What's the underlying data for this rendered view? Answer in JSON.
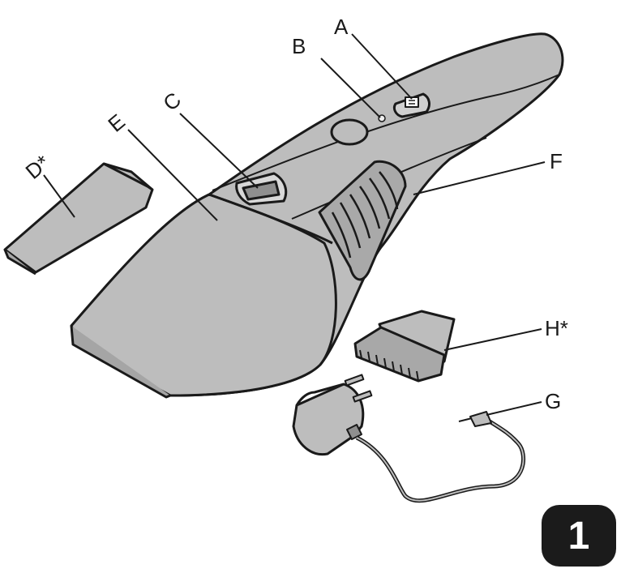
{
  "labels": {
    "A": "A",
    "B": "B",
    "C": "C",
    "D": "D*",
    "E": "E",
    "F": "F",
    "G": "G",
    "H": "H*"
  },
  "figure_number": "1",
  "colors": {
    "body_fill": "#bdbdbd",
    "body_dark": "#9e9e9e",
    "stroke": "#1a1a1a",
    "badge": "#1b1b1b"
  }
}
